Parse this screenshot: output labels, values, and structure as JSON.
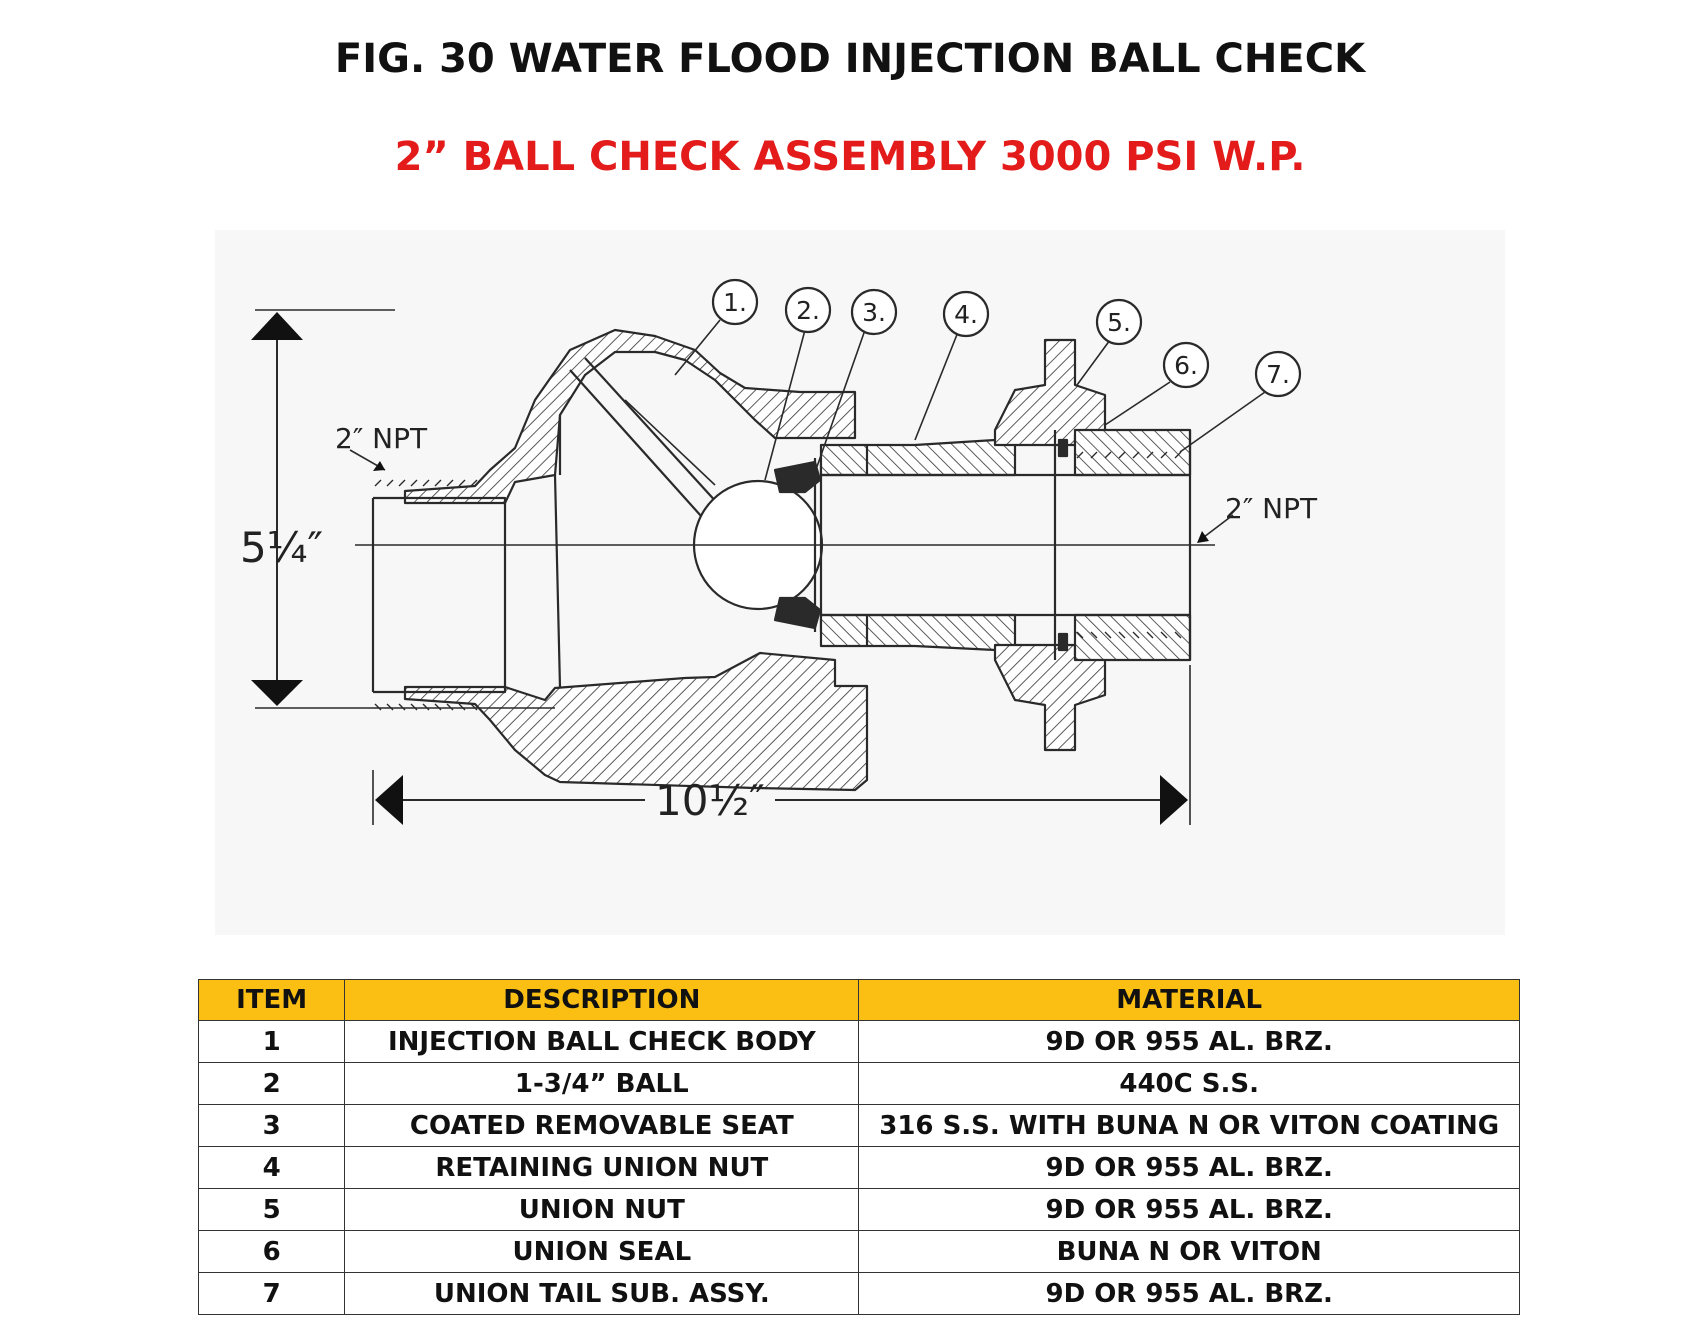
{
  "header": {
    "title": "FIG. 30 WATER FLOOD INJECTION BALL CHECK",
    "subtitle": "2” BALL CHECK ASSEMBLY 3000 PSI W.P.",
    "subtitle_color": "#e31b1b"
  },
  "drawing": {
    "callouts": [
      "1.",
      "2.",
      "3.",
      "4.",
      "5.",
      "6.",
      "7."
    ],
    "inlet_thread_label": "2″ NPT",
    "outlet_thread_label": "2″ NPT",
    "height_dimension": "5¼″",
    "length_dimension": "10½″"
  },
  "table": {
    "header_color": "#fbbf14",
    "headers": [
      "ITEM",
      "DESCRIPTION",
      "MATERIAL"
    ],
    "rows": [
      {
        "item": "1",
        "description": "INJECTION BALL CHECK BODY",
        "material": "9D OR 955 AL. BRZ."
      },
      {
        "item": "2",
        "description": "1-3/4” BALL",
        "material": "440C S.S."
      },
      {
        "item": "3",
        "description": "COATED REMOVABLE SEAT",
        "material": "316 S.S. WITH BUNA N OR VITON COATING"
      },
      {
        "item": "4",
        "description": "RETAINING UNION NUT",
        "material": "9D OR 955 AL. BRZ."
      },
      {
        "item": "5",
        "description": "UNION NUT",
        "material": "9D OR 955 AL. BRZ."
      },
      {
        "item": "6",
        "description": "UNION SEAL",
        "material": "BUNA N OR VITON"
      },
      {
        "item": "7",
        "description": "UNION TAIL SUB. ASSY.",
        "material": "9D OR 955 AL. BRZ."
      }
    ]
  }
}
